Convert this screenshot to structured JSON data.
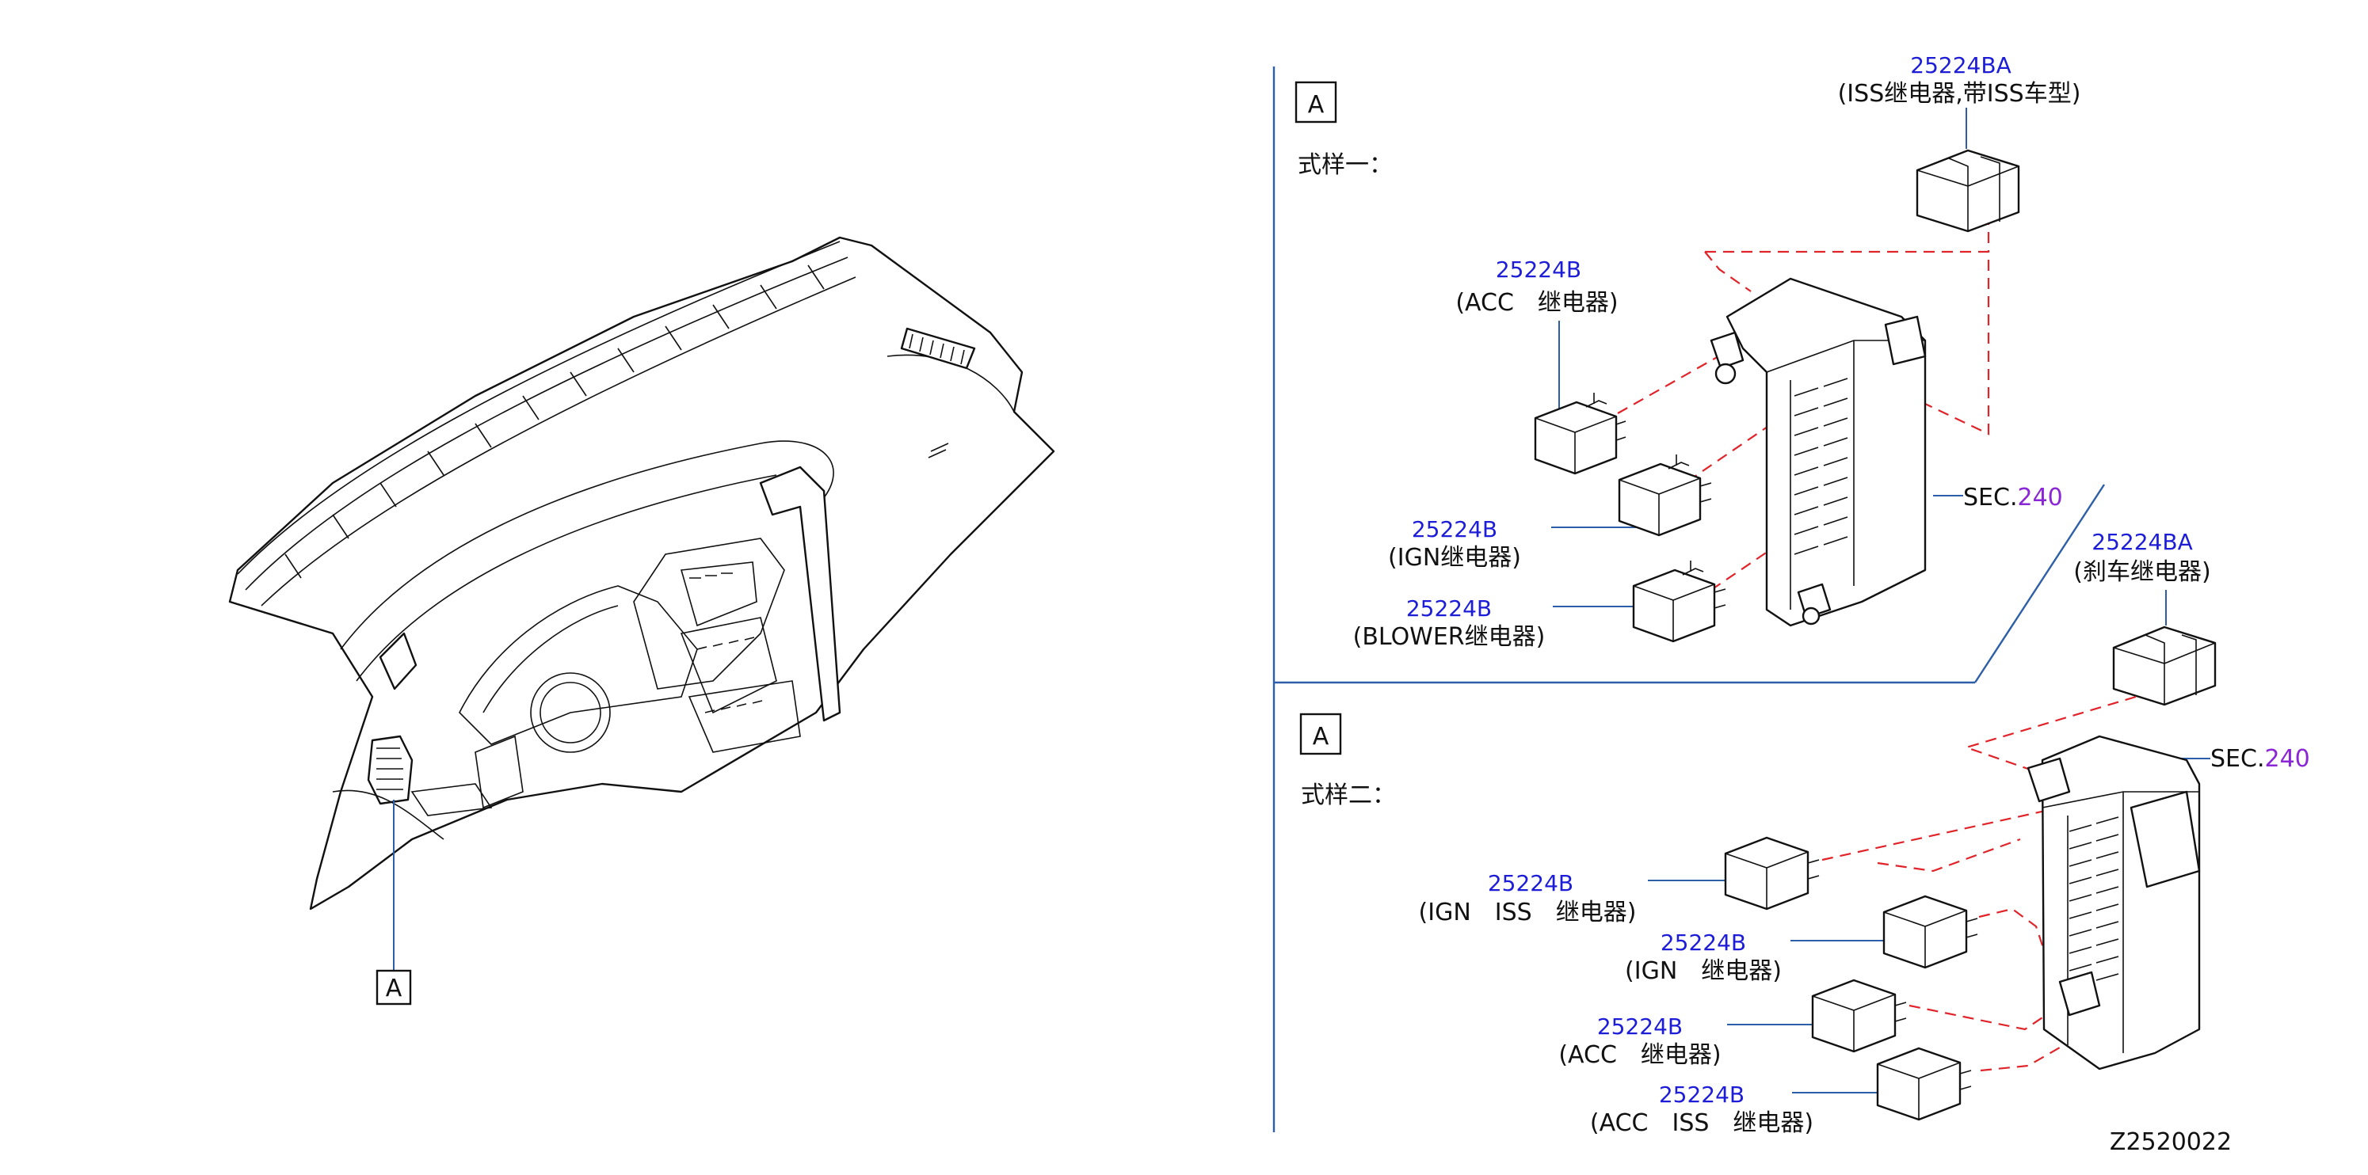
{
  "diagram": {
    "callout_left": "A",
    "section_a_label": "A",
    "section_b_label": "A",
    "style_one": "式样一：",
    "style_two": "式样二：",
    "drawing_number": "Z2520022",
    "sec_prefix": "SEC.",
    "sec_number": "240",
    "colors": {
      "part_number": "#1d1dd8",
      "sec_number": "#8a26d6",
      "dashed": "#e0242a",
      "leader": "#2d5fa8"
    },
    "style_one_parts": [
      {
        "part_no": "25224BA",
        "desc": "(ISS继电器,带ISS车型)"
      },
      {
        "part_no": "25224B",
        "desc": "(ACC　继电器)"
      },
      {
        "part_no": "25224B",
        "desc": "(IGN继电器)"
      },
      {
        "part_no": "25224B",
        "desc": "(BLOWER继电器)"
      },
      {
        "part_no": "25224BA",
        "desc": "(刹车继电器)"
      }
    ],
    "style_two_parts": [
      {
        "part_no": "25224B",
        "desc": "(IGN　ISS　继电器)"
      },
      {
        "part_no": "25224B",
        "desc": "(IGN　继电器)"
      },
      {
        "part_no": "25224B",
        "desc": "(ACC　继电器)"
      },
      {
        "part_no": "25224B",
        "desc": "(ACC　ISS　继电器)"
      }
    ]
  }
}
